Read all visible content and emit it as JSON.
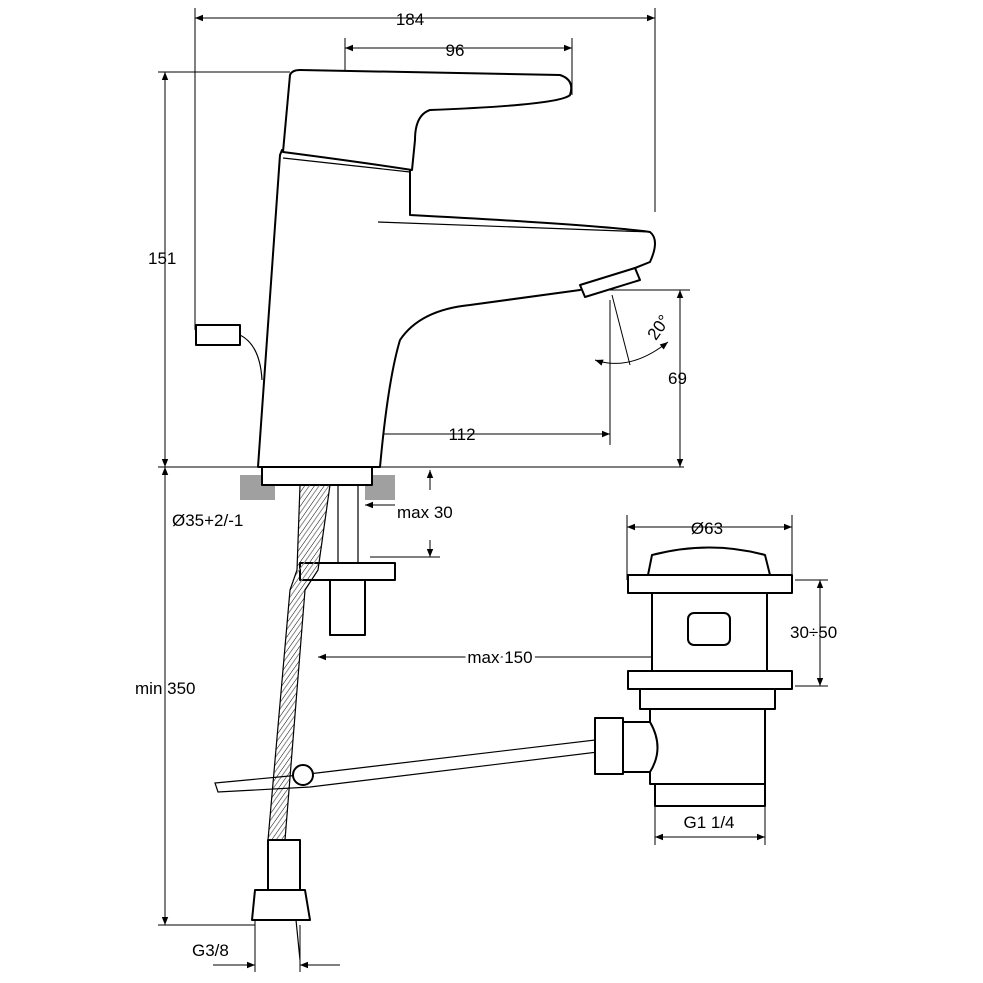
{
  "dimensions": {
    "overall_width": "184",
    "lever_length": "96",
    "height": "151",
    "spout_angle": "20°",
    "spout_height": "69",
    "spout_reach": "112",
    "hole_diameter": "Ø35+2/-1",
    "max_thickness": "max 30",
    "waste_diameter": "Ø63",
    "waste_range": "30÷50",
    "max_rod": "max 150",
    "min_hose": "min 350",
    "waste_thread": "G1 1/4",
    "hose_thread": "G3/8"
  },
  "colors": {
    "line": "#000000",
    "countertop": "#a0a0a0"
  }
}
